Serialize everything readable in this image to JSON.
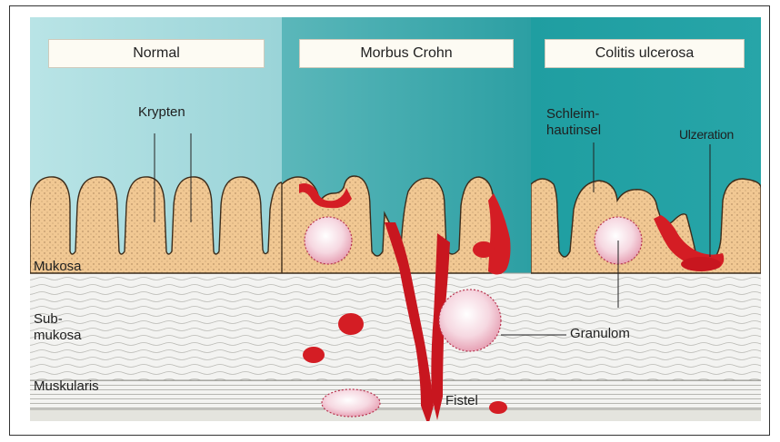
{
  "panels": [
    {
      "title": "Normal"
    },
    {
      "title": "Morbus Crohn"
    },
    {
      "title": "Colitis ulcerosa"
    }
  ],
  "labels": {
    "krypten": "Krypten",
    "mukosa": "Mukosa",
    "submukosa_1": "Sub-",
    "submukosa_2": "mukosa",
    "muskularis": "Muskularis",
    "schleimhautinsel_1": "Schleim-",
    "schleimhautinsel_2": "hautinsel",
    "ulzeration": "Ulzeration",
    "granulom": "Granulom",
    "fistel": "Fistel"
  },
  "colors": {
    "panel_normal": "#a7dcdf",
    "panel_crohn": "#3aa9ac",
    "panel_colitis": "#1d9c9f",
    "mucosa": "#f1c893",
    "submucosa": "#f2f2f0",
    "lesion": "#d41d24",
    "granuloma": "#f4d3dc"
  }
}
